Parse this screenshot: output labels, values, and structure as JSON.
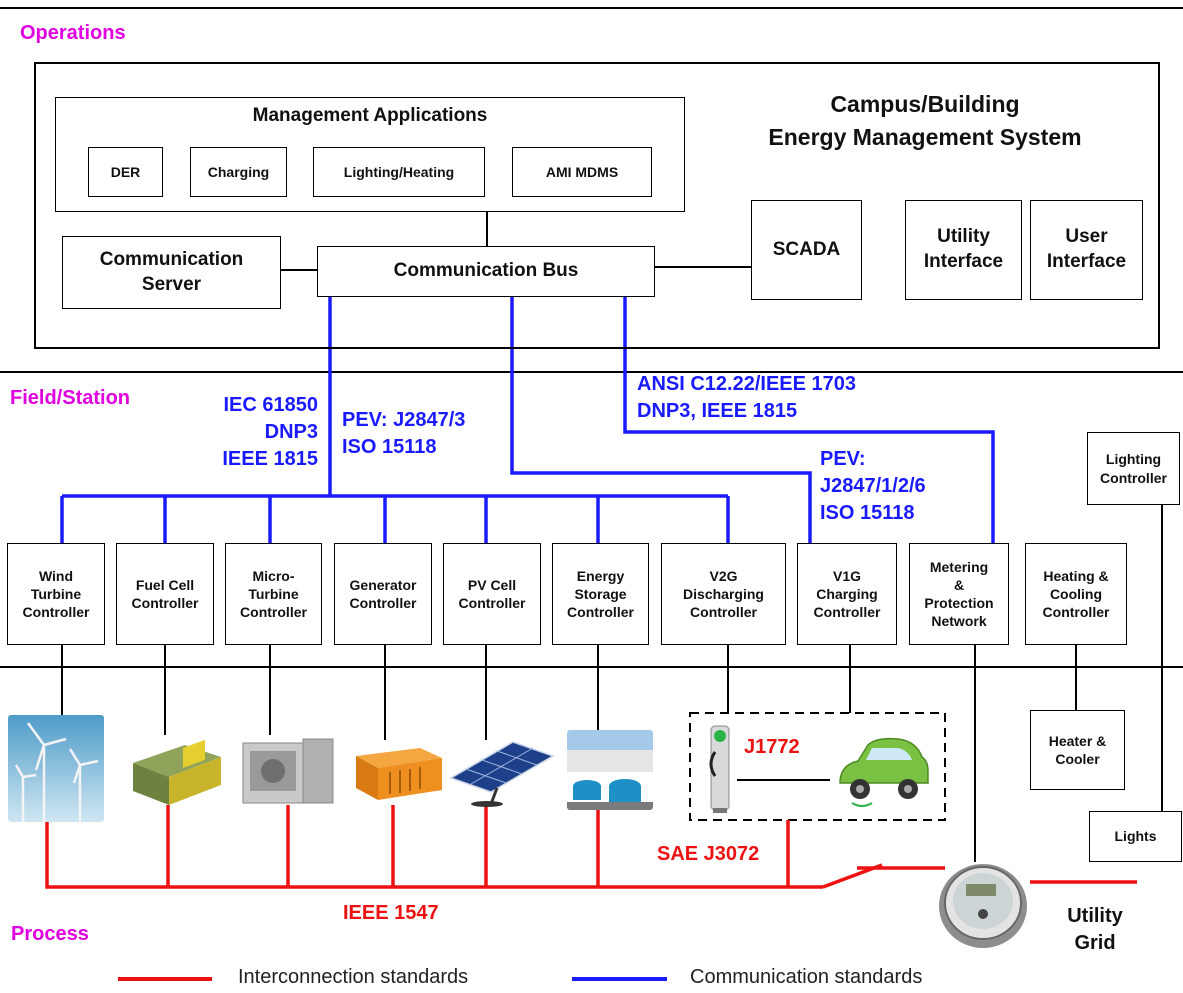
{
  "zones": {
    "operations": "Operations",
    "field": "Field/Station",
    "process": "Process"
  },
  "ems": {
    "title_line1": "Campus/Building",
    "title_line2": "Energy Management System",
    "mgmt_title": "Management Applications",
    "apps": [
      "DER",
      "Charging",
      "Lighting/Heating",
      "AMI MDMS"
    ],
    "comm_server_1": "Communication",
    "comm_server_2": "Server",
    "comm_bus": "Communication Bus",
    "scada": "SCADA",
    "utility_if_1": "Utility",
    "utility_if_2": "Interface",
    "user_if_1": "User",
    "user_if_2": "Interface"
  },
  "comm_standards": {
    "iec": [
      "IEC 61850",
      "DNP3",
      "IEEE 1815"
    ],
    "pev1": [
      "PEV: J2847/3",
      "ISO 15118"
    ],
    "ansi": [
      "ANSI C12.22/IEEE 1703",
      "DNP3, IEEE 1815"
    ],
    "pev2": [
      "PEV:",
      "J2847/1/2/6",
      "ISO 15118"
    ]
  },
  "controllers": [
    [
      "Wind",
      "Turbine",
      "Controller"
    ],
    [
      "Fuel Cell",
      "Controller"
    ],
    [
      "Micro-",
      "Turbine",
      "Controller"
    ],
    [
      "Generator",
      "Controller"
    ],
    [
      "PV Cell",
      "Controller"
    ],
    [
      "Energy",
      "Storage",
      "Controller"
    ],
    [
      "V2G",
      "Discharging",
      "Controller"
    ],
    [
      "V1G",
      "Charging",
      "Controller"
    ],
    [
      "Metering",
      "&",
      "Protection",
      "Network"
    ],
    [
      "Heating &",
      "Cooling",
      "Controller"
    ]
  ],
  "lighting_controller": [
    "Lighting",
    "Controller"
  ],
  "heater_cooler": [
    "Heater &",
    "Cooler"
  ],
  "lights": "Lights",
  "interconnection": {
    "j1772": "J1772",
    "sae": "SAE J3072",
    "ieee1547": "IEEE 1547"
  },
  "utility_grid": [
    "Utility",
    "Grid"
  ],
  "legend": {
    "red": "Interconnection standards",
    "blue": "Communication standards"
  },
  "colors": {
    "interconnection": "#ee1111",
    "communication": "#1a1aff",
    "zone_label": "#e000e0"
  }
}
